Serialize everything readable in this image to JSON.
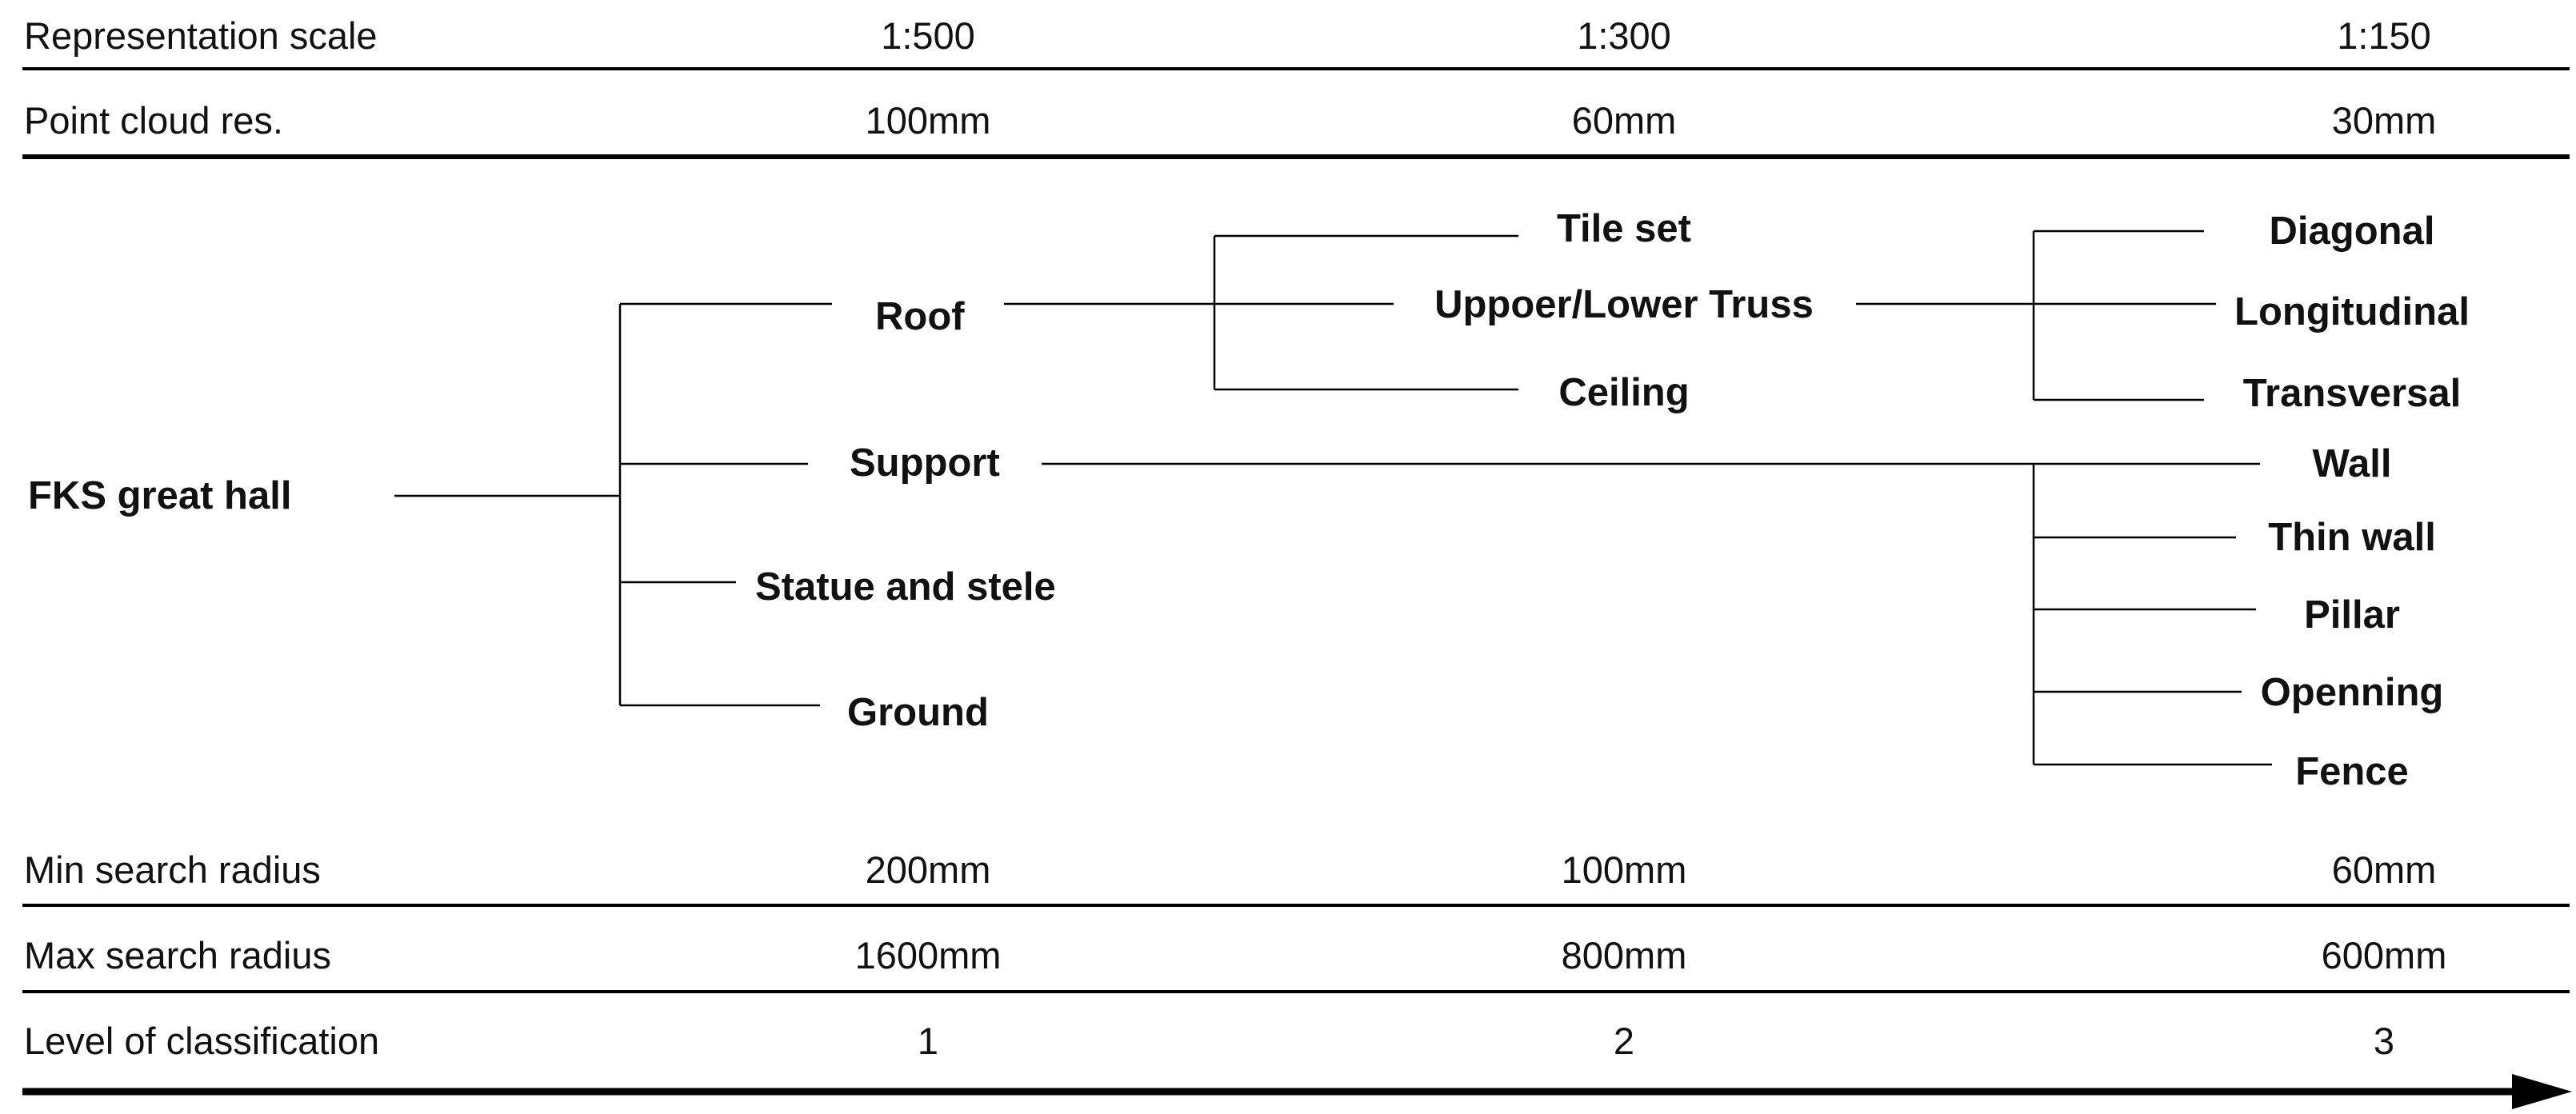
{
  "table_top": {
    "rows": [
      {
        "label": "Representation scale",
        "values": [
          "1:500",
          "1:300",
          "1:150"
        ]
      },
      {
        "label": "Point cloud res.",
        "values": [
          "100mm",
          "60mm",
          "30mm"
        ]
      }
    ]
  },
  "hierarchy": {
    "root": "FKS great hall",
    "level1": [
      "Roof",
      "Support",
      "Statue and stele",
      "Ground"
    ],
    "roof_children": [
      "Tile set",
      "Uppoer/Lower Truss",
      "Ceiling"
    ],
    "truss_children": [
      "Diagonal",
      "Longitudinal",
      "Transversal"
    ],
    "support_children": [
      "Wall",
      "Thin wall",
      "Pillar",
      "Openning",
      "Fence"
    ]
  },
  "table_bottom": {
    "rows": [
      {
        "label": "Min search radius",
        "values": [
          "200mm",
          "100mm",
          "60mm"
        ]
      },
      {
        "label": "Max search radius",
        "values": [
          "1600mm",
          "800mm",
          "600mm"
        ]
      },
      {
        "label": "Level of classification",
        "values": [
          "1",
          "2",
          "3"
        ]
      }
    ]
  },
  "colors": {
    "line": "#000000",
    "text": "#111111",
    "background": "#ffffff"
  }
}
